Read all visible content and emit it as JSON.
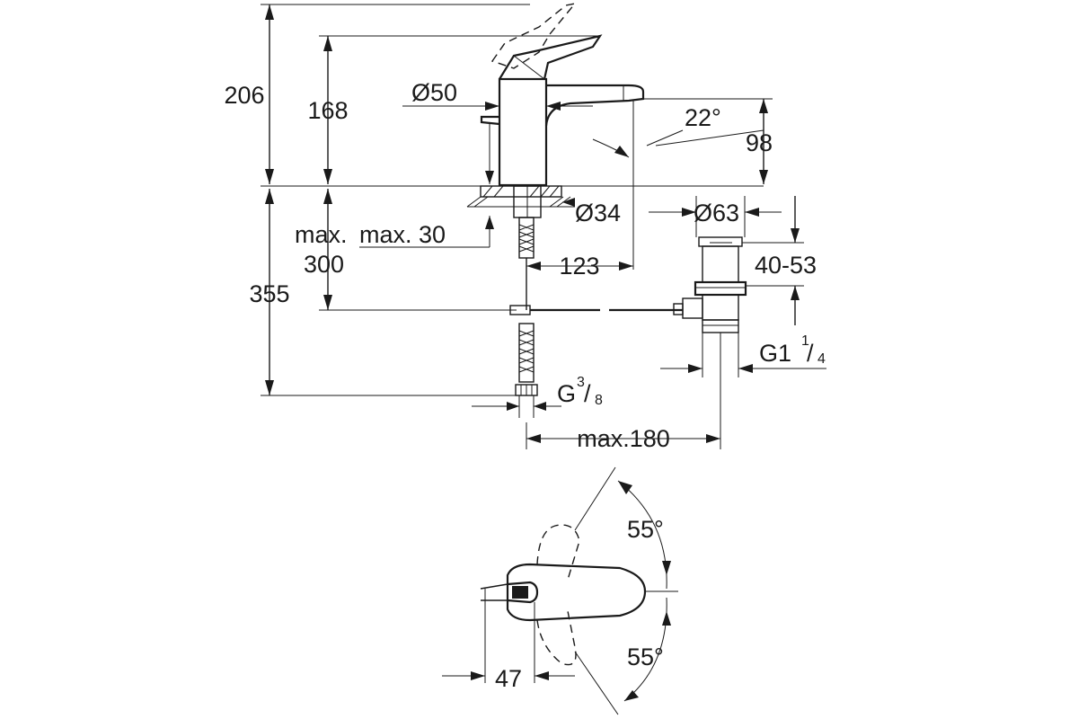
{
  "side_view": {
    "total_height": "206",
    "spout_height": "168",
    "body_diameter": "Ø50",
    "outlet_angle": "22°",
    "outlet_height": "98",
    "mount_hole_diameter": "Ø34",
    "max_thickness_label_a": "max.",
    "max_thickness_label_b": "300",
    "max_30": "max. 30",
    "projection": "123",
    "below_deck_height": "355",
    "supply_thread": "G",
    "supply_thread_num": "3",
    "supply_thread_den": "8",
    "max_180": "max.180"
  },
  "waste_view": {
    "plug_diameter": "Ø63",
    "range": "40-53",
    "thread": "G1",
    "thread_num": "1",
    "thread_den": "4"
  },
  "top_view": {
    "angle_upper": "55°",
    "angle_lower": "55°",
    "lever_offset": "47"
  }
}
